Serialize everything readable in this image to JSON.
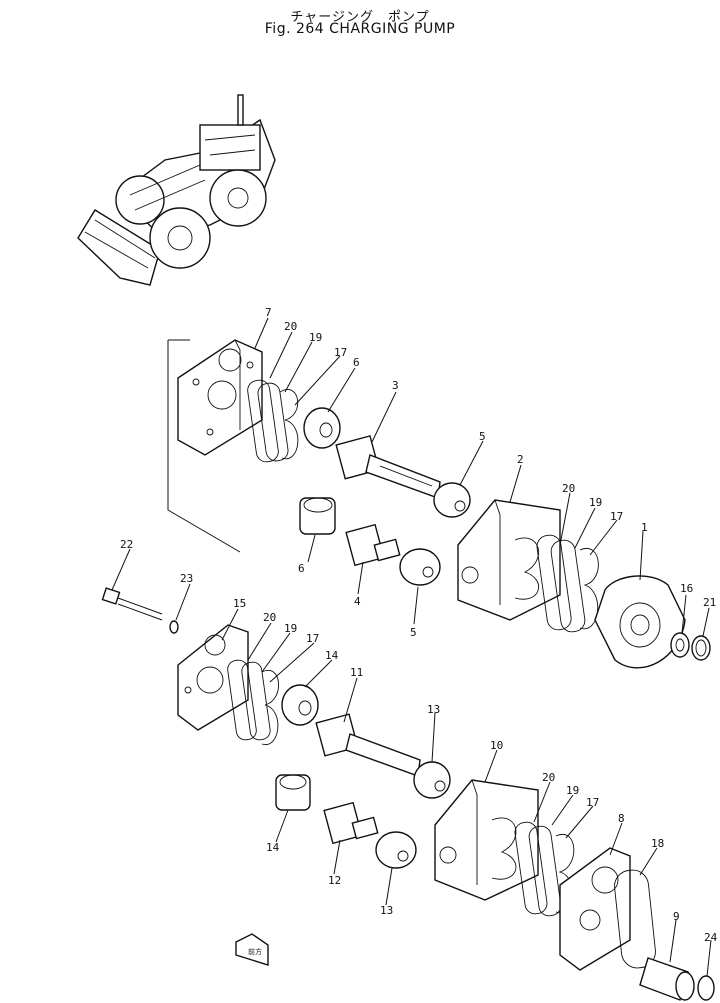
{
  "title": {
    "japanese": "チャージング　ポンプ",
    "english": "Fig. 264 CHARGING PUMP"
  },
  "callouts": [
    {
      "id": "c7",
      "text": "7"
    },
    {
      "id": "c20a",
      "text": "20"
    },
    {
      "id": "c19a",
      "text": "19"
    },
    {
      "id": "c17a",
      "text": "17"
    },
    {
      "id": "c6a",
      "text": "6"
    },
    {
      "id": "c3",
      "text": "3"
    },
    {
      "id": "c5a",
      "text": "5"
    },
    {
      "id": "c2",
      "text": "2"
    },
    {
      "id": "c20b",
      "text": "20"
    },
    {
      "id": "c19b",
      "text": "19"
    },
    {
      "id": "c17b",
      "text": "17"
    },
    {
      "id": "c1",
      "text": "1"
    },
    {
      "id": "c16",
      "text": "16"
    },
    {
      "id": "c21",
      "text": "21"
    },
    {
      "id": "c6b",
      "text": "6"
    },
    {
      "id": "c4",
      "text": "4"
    },
    {
      "id": "c5b",
      "text": "5"
    },
    {
      "id": "c22",
      "text": "22"
    },
    {
      "id": "c23",
      "text": "23"
    },
    {
      "id": "c15",
      "text": "15"
    },
    {
      "id": "c20c",
      "text": "20"
    },
    {
      "id": "c19c",
      "text": "19"
    },
    {
      "id": "c17c",
      "text": "17"
    },
    {
      "id": "c14a",
      "text": "14"
    },
    {
      "id": "c11",
      "text": "11"
    },
    {
      "id": "c13a",
      "text": "13"
    },
    {
      "id": "c10",
      "text": "10"
    },
    {
      "id": "c20d",
      "text": "20"
    },
    {
      "id": "c19d",
      "text": "19"
    },
    {
      "id": "c17d",
      "text": "17"
    },
    {
      "id": "c8",
      "text": "8"
    },
    {
      "id": "c18",
      "text": "18"
    },
    {
      "id": "c14b",
      "text": "14"
    },
    {
      "id": "c12",
      "text": "12"
    },
    {
      "id": "c13b",
      "text": "13"
    },
    {
      "id": "c9",
      "text": "9"
    },
    {
      "id": "c24",
      "text": "24"
    }
  ],
  "front_arrow_label": "前方"
}
